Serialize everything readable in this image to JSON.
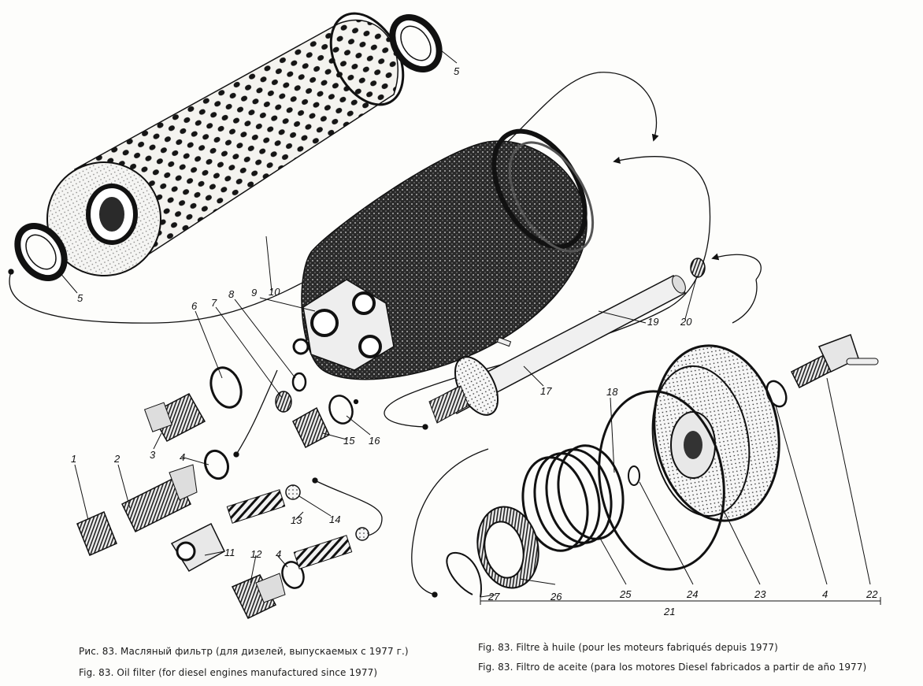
{
  "part_labels": {
    "p1": "1",
    "p2": "2",
    "p3": "3",
    "p4a": "4",
    "p4b": "4",
    "p4c": "4",
    "p5a": "5",
    "p5b": "5",
    "p6": "6",
    "p7": "7",
    "p8": "8",
    "p9": "9",
    "p10": "10",
    "p11": "11",
    "p12": "12",
    "p13": "13",
    "p14": "14",
    "p15": "15",
    "p16": "16",
    "p17": "17",
    "p18": "18",
    "p19": "19",
    "p20": "20",
    "p21": "21",
    "p22": "22",
    "p23": "23",
    "p24": "24",
    "p25": "25",
    "p26": "26",
    "p27": "27"
  },
  "captions": {
    "ru": "Рис. 83. Масляный фильтр (для дизелей, выпускаемых с 1977 г.)",
    "en": "Fig. 83. Oil filter (for diesel engines manufactured since 1977)",
    "fr": "Fig. 83. Filtre à huile (pour les moteurs fabriqués depuis 1977)",
    "es": "Fig. 83. Filtro de aceite (para los motores Diesel fabricados a partir de año 1977)"
  }
}
